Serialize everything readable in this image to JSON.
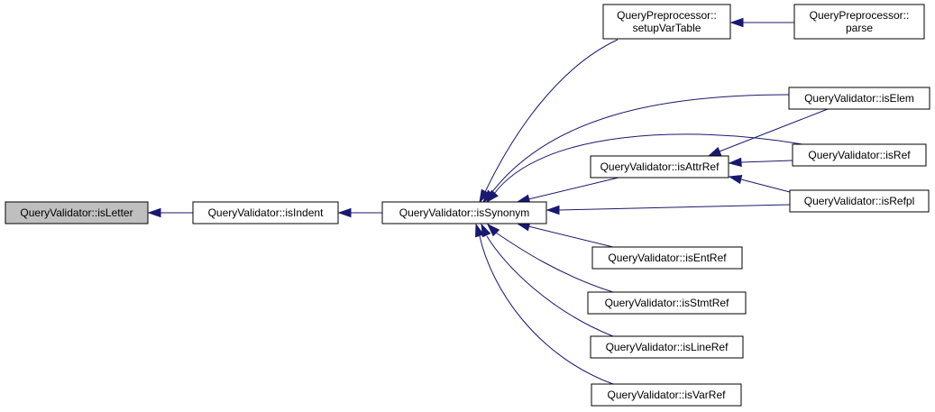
{
  "nodes": [
    {
      "id": "isLetter",
      "lines": [
        "QueryValidator::isLetter"
      ],
      "highlight": true
    },
    {
      "id": "isIndent",
      "lines": [
        "QueryValidator::isIndent"
      ]
    },
    {
      "id": "isSynonym",
      "lines": [
        "QueryValidator::isSynonym"
      ]
    },
    {
      "id": "setupVarTable",
      "lines": [
        "QueryPreprocessor::",
        "setupVarTable"
      ]
    },
    {
      "id": "parse",
      "lines": [
        "QueryPreprocessor::",
        "parse"
      ]
    },
    {
      "id": "isElem",
      "lines": [
        "QueryValidator::isElem"
      ]
    },
    {
      "id": "isAttrRef",
      "lines": [
        "QueryValidator::isAttrRef"
      ]
    },
    {
      "id": "isRef",
      "lines": [
        "QueryValidator::isRef"
      ]
    },
    {
      "id": "isRefpl",
      "lines": [
        "QueryValidator::isRefpl"
      ]
    },
    {
      "id": "isEntRef",
      "lines": [
        "QueryValidator::isEntRef"
      ]
    },
    {
      "id": "isStmtRef",
      "lines": [
        "QueryValidator::isStmtRef"
      ]
    },
    {
      "id": "isLineRef",
      "lines": [
        "QueryValidator::isLineRef"
      ]
    },
    {
      "id": "isVarRef",
      "lines": [
        "QueryValidator::isVarRef"
      ]
    }
  ],
  "edges": [
    {
      "from": "isIndent",
      "to": "isLetter"
    },
    {
      "from": "isSynonym",
      "to": "isIndent"
    },
    {
      "from": "setupVarTable",
      "to": "isSynonym"
    },
    {
      "from": "parse",
      "to": "setupVarTable"
    },
    {
      "from": "isElem",
      "to": "isSynonym"
    },
    {
      "from": "isElem",
      "to": "isAttrRef"
    },
    {
      "from": "isAttrRef",
      "to": "isSynonym"
    },
    {
      "from": "isRef",
      "to": "isSynonym"
    },
    {
      "from": "isRef",
      "to": "isAttrRef"
    },
    {
      "from": "isRefpl",
      "to": "isSynonym"
    },
    {
      "from": "isRefpl",
      "to": "isAttrRef"
    },
    {
      "from": "isEntRef",
      "to": "isSynonym"
    },
    {
      "from": "isStmtRef",
      "to": "isSynonym"
    },
    {
      "from": "isLineRef",
      "to": "isSynonym"
    },
    {
      "from": "isVarRef",
      "to": "isSynonym"
    }
  ]
}
